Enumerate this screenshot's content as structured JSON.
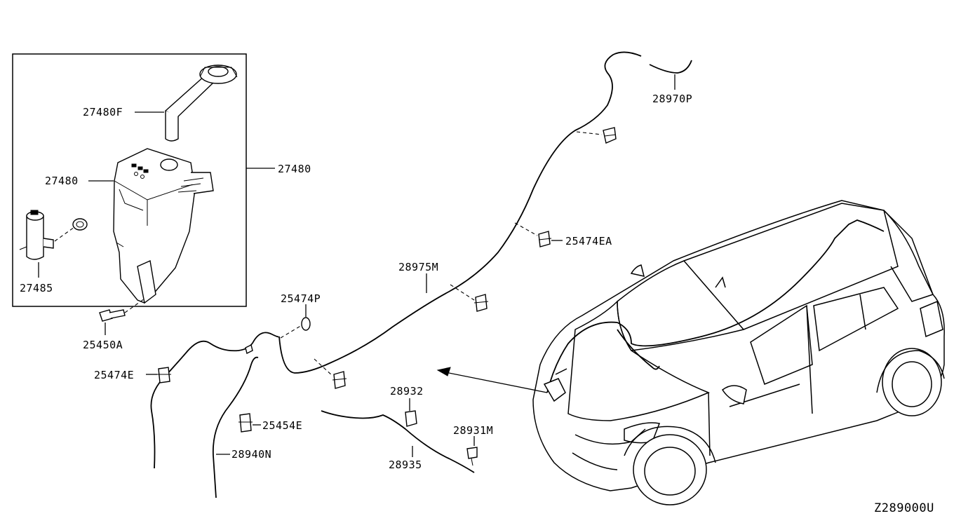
{
  "diagram_code": "Z289000U",
  "parts": {
    "p27480F": "27480F",
    "p27480": "27480",
    "p27480_tank": "27480",
    "p27485": "27485",
    "p25450A": "25450A",
    "p25474P": "25474P",
    "p28975M": "28975M",
    "p25474EA": "25474EA",
    "p28970P": "28970P",
    "p25474E": "25474E",
    "p25454E": "25454E",
    "p28940N": "28940N",
    "p28932": "28932",
    "p28931M": "28931M",
    "p28935": "28935"
  }
}
